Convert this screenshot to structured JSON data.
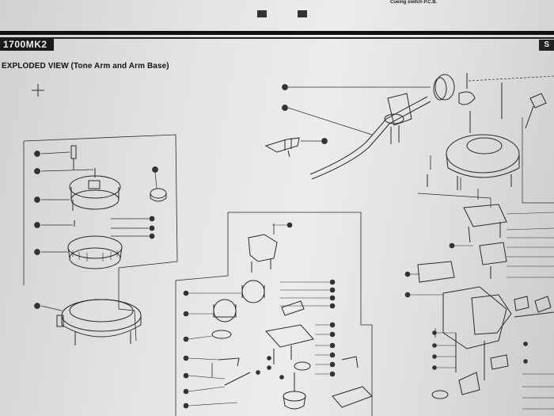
{
  "header": {
    "model": "1700MK2",
    "page_code": "S",
    "top_caption": "Cueing switch P.C.B."
  },
  "section": {
    "title": "EXPLODED VIEW (Tone Arm and Arm Base)"
  },
  "colors": {
    "ink": "#2a2a2a",
    "paper": "#e8e9ea",
    "bar": "#111111"
  }
}
